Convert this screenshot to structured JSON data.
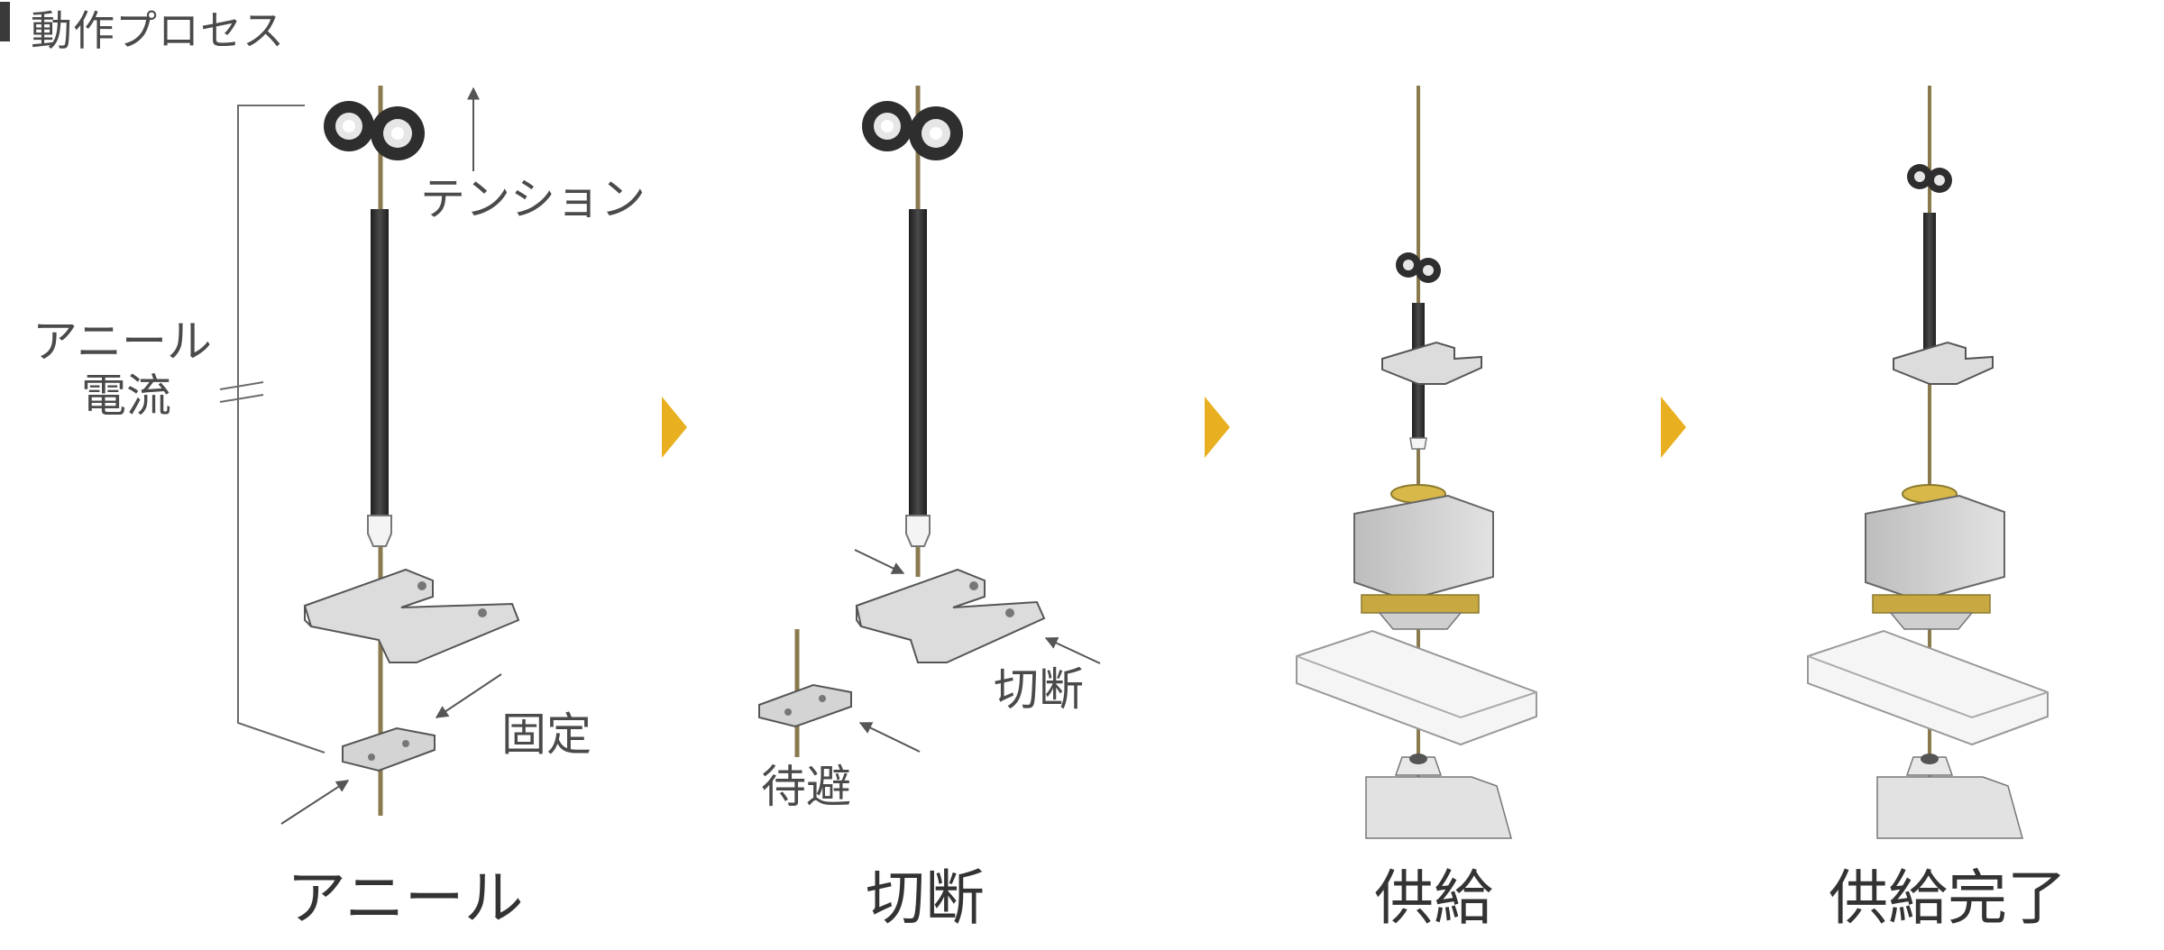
{
  "header": {
    "title": "動作プロセス"
  },
  "colors": {
    "accent_arrow": "#E8B020",
    "rod_dark": "#2e2e2e",
    "wire": "#8a7a4e",
    "metal": "#d8d8d8",
    "metal_dark": "#9a9a9a",
    "brass": "#d8b848",
    "text": "#4a4a4a"
  },
  "annotations": {
    "tension": "テンション",
    "anneal_current": [
      "アニール",
      "電流"
    ],
    "fix": "固定",
    "cut": "切断",
    "retreat": "待避"
  },
  "stages": [
    {
      "label": "アニール"
    },
    {
      "label": "切断"
    },
    {
      "label": "供給"
    },
    {
      "label": "供給完了"
    }
  ]
}
